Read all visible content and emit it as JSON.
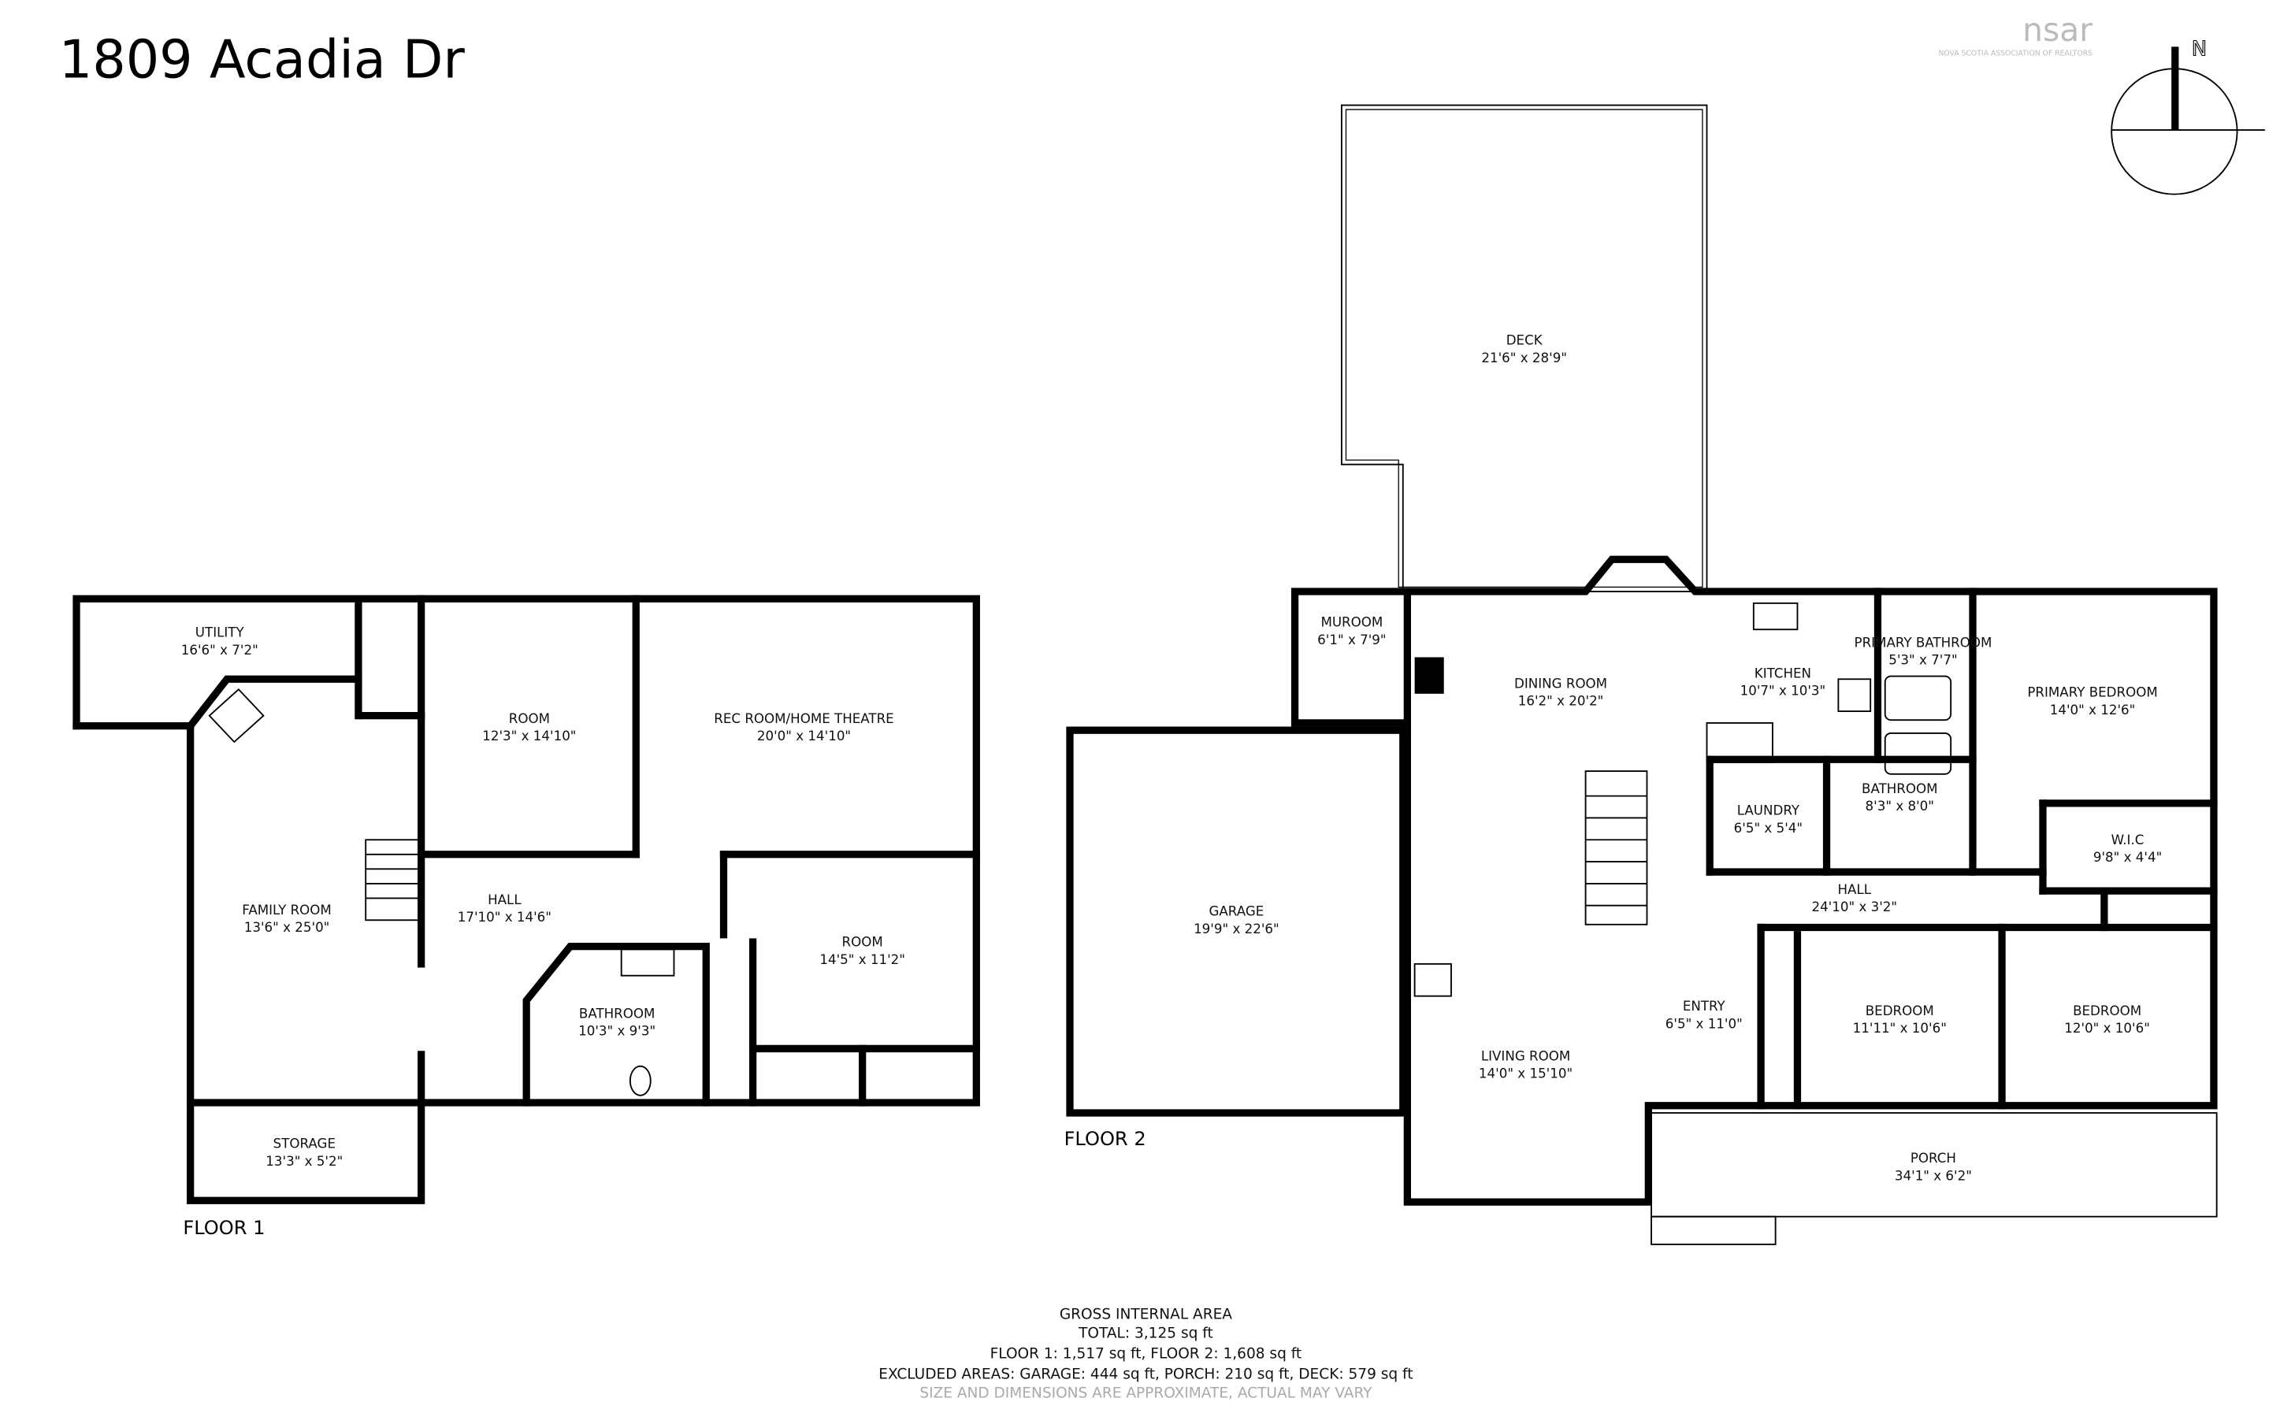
{
  "title": "1809 Acadia Dr",
  "logo": {
    "text": "nsar",
    "subtitle": "NOVA SCOTIA ASSOCIATION OF REALTORS"
  },
  "compass": {
    "label": "N"
  },
  "floor1": {
    "label": "FLOOR 1",
    "rooms": [
      {
        "name": "UTILITY",
        "dims": "16'6\" x 7'2\""
      },
      {
        "name": "ROOM",
        "dims": "12'3\" x 14'10\""
      },
      {
        "name": "REC ROOM/HOME THEATRE",
        "dims": "20'0\" x 14'10\""
      },
      {
        "name": "FAMILY ROOM",
        "dims": "13'6\" x 25'0\""
      },
      {
        "name": "HALL",
        "dims": "17'10\" x 14'6\""
      },
      {
        "name": "ROOM",
        "dims": "14'5\" x 11'2\""
      },
      {
        "name": "BATHROOM",
        "dims": "10'3\" x 9'3\""
      },
      {
        "name": "STORAGE",
        "dims": "13'3\" x 5'2\""
      }
    ]
  },
  "floor2": {
    "label": "FLOOR 2",
    "rooms": [
      {
        "name": "DECK",
        "dims": "21'6\" x 28'9\""
      },
      {
        "name": "MUROOM",
        "dims": "6'1\" x 7'9\""
      },
      {
        "name": "DINING ROOM",
        "dims": "16'2\" x 20'2\""
      },
      {
        "name": "KITCHEN",
        "dims": "10'7\" x 10'3\""
      },
      {
        "name": "PRIMARY BATHROOM",
        "dims": "5'3\" x 7'7\""
      },
      {
        "name": "PRIMARY BEDROOM",
        "dims": "14'0\" x 12'6\""
      },
      {
        "name": "GARAGE",
        "dims": "19'9\" x 22'6\""
      },
      {
        "name": "LAUNDRY",
        "dims": "6'5\" x 5'4\""
      },
      {
        "name": "BATHROOM",
        "dims": "8'3\" x 8'0\""
      },
      {
        "name": "W.I.C",
        "dims": "9'8\" x 4'4\""
      },
      {
        "name": "HALL",
        "dims": "24'10\" x 3'2\""
      },
      {
        "name": "ENTRY",
        "dims": "6'5\" x 11'0\""
      },
      {
        "name": "BEDROOM",
        "dims": "11'11\" x 10'6\""
      },
      {
        "name": "BEDROOM",
        "dims": "12'0\" x 10'6\""
      },
      {
        "name": "LIVING ROOM",
        "dims": "14'0\" x 15'10\""
      },
      {
        "name": "PORCH",
        "dims": "34'1\" x 6'2\""
      }
    ]
  },
  "summary": {
    "heading": "GROSS INTERNAL AREA",
    "total": "TOTAL: 3,125 sq ft",
    "floors": "FLOOR 1: 1,517 sq ft, FLOOR 2: 1,608 sq ft",
    "excluded": "EXCLUDED AREAS: GARAGE: 444 sq ft, PORCH: 210 sq ft, DECK: 579 sq ft",
    "disclaimer": "SIZE AND DIMENSIONS ARE APPROXIMATE, ACTUAL MAY VARY"
  }
}
